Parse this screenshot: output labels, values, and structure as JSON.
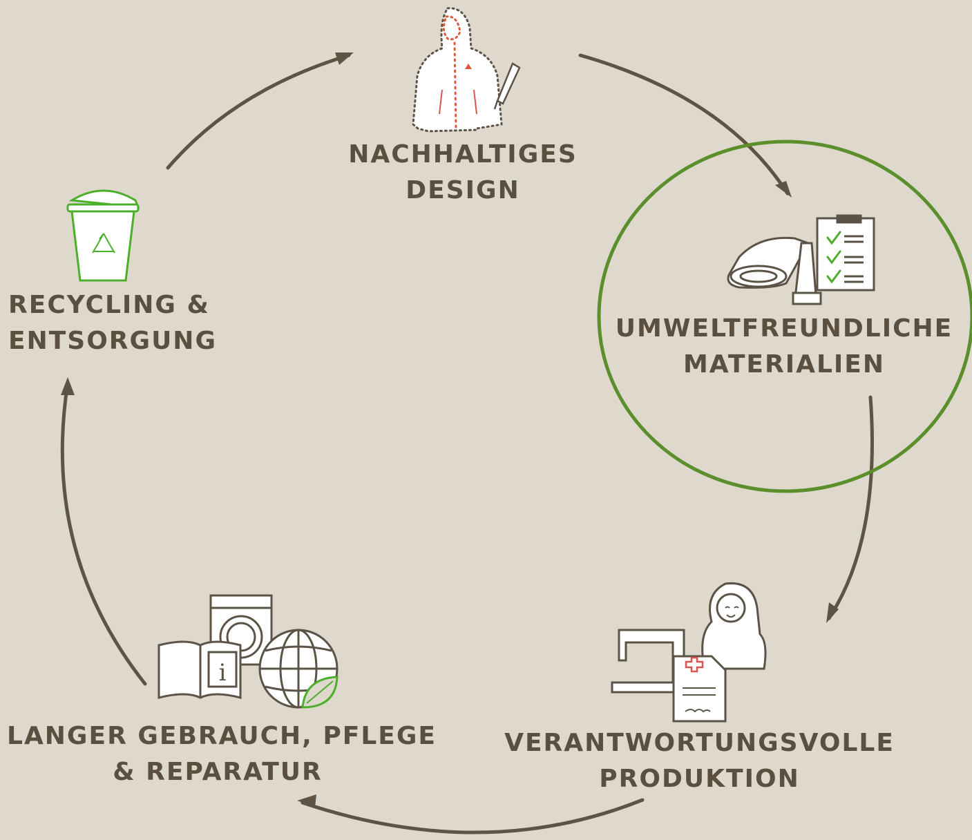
{
  "colors": {
    "background": "#ded8cd",
    "label_text": "#5b4f3f",
    "arrow": "#5f5444",
    "highlight_circle": "#5b8f2c",
    "icon_line": "#5b5346",
    "accent_red": "#d9534f",
    "accent_green": "#4caf2a"
  },
  "stages": {
    "design": {
      "line1": "NACHHALTIGES",
      "line2": "DESIGN",
      "icon": "jacket-design-icon"
    },
    "materials": {
      "line1": "UMWELTFREUNDLICHE",
      "line2": "MATERIALIEN",
      "icon": "fabric-checklist-icon",
      "highlighted": true
    },
    "production": {
      "line1": "VERANTWORTUNGSVOLLE",
      "line2": "PRODUKTION",
      "icon": "sewing-worker-icon"
    },
    "use": {
      "line1": "LANGER GEBRAUCH, PFLEGE",
      "line2": "& REPARATUR",
      "icon": "care-repair-icon"
    },
    "recycling": {
      "line1": "RECYCLING &",
      "line2": "ENTSORGUNG",
      "icon": "recycle-bin-icon"
    }
  }
}
